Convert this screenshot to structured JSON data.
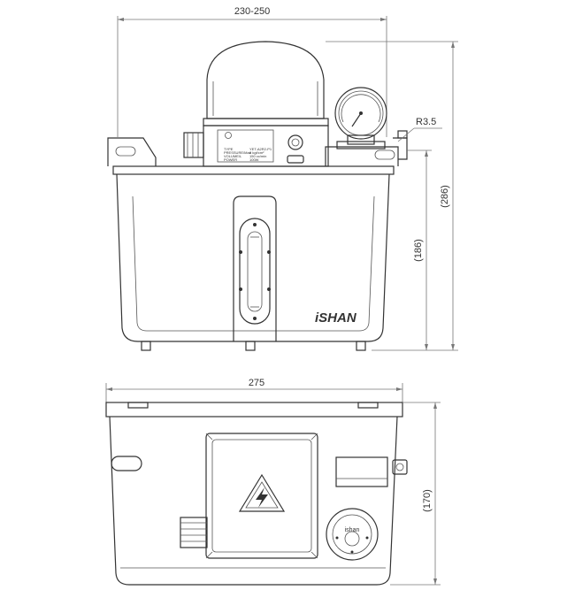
{
  "dimensions": {
    "top_width": "230-250",
    "radius": "R3.5",
    "total_height": "(286)",
    "body_height": "(186)",
    "bottom_width": "275",
    "depth": "(170)"
  },
  "brand": "iSHAN",
  "gauge_brand": "ishan",
  "nameplate": {
    "rows": [
      [
        "TYPE",
        "YET-A2R2-P1"
      ],
      [
        "PRESSURE/Max",
        "8 kgf/cm²"
      ],
      [
        "VOLUME/L",
        "150 cc/min"
      ],
      [
        "POWER",
        "100W"
      ]
    ]
  },
  "warning_icon": "high-voltage-icon"
}
